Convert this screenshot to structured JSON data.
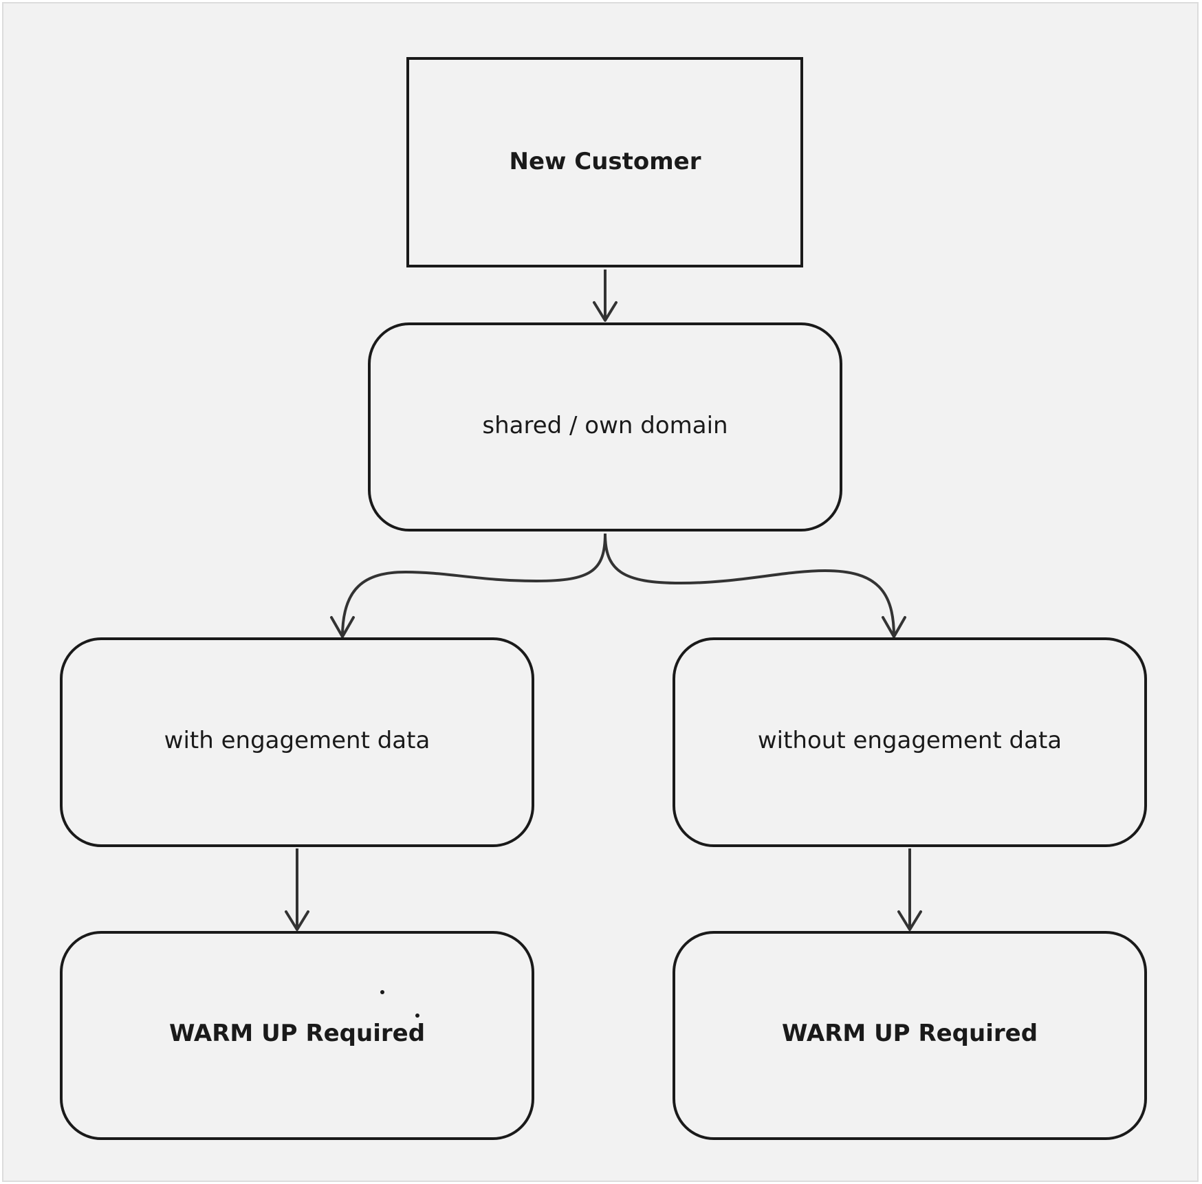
{
  "diagram": {
    "nodes": [
      {
        "id": "new_customer",
        "label": "New Customer",
        "weight": "bold",
        "shape": "rectangle"
      },
      {
        "id": "domain",
        "label": "shared / own domain",
        "weight": "regular",
        "shape": "rounded-rectangle"
      },
      {
        "id": "with_engagement",
        "label": "with engagement data",
        "weight": "regular",
        "shape": "rounded-rectangle"
      },
      {
        "id": "without_engagement",
        "label": "without engagement data",
        "weight": "regular",
        "shape": "rounded-rectangle"
      },
      {
        "id": "warmup_left",
        "label": "WARM UP Required",
        "weight": "bold",
        "shape": "rounded-rectangle"
      },
      {
        "id": "warmup_right",
        "label": "WARM UP Required",
        "weight": "bold",
        "shape": "rounded-rectangle"
      }
    ],
    "edges": [
      {
        "from": "new_customer",
        "to": "domain"
      },
      {
        "from": "domain",
        "to": "with_engagement"
      },
      {
        "from": "domain",
        "to": "without_engagement"
      },
      {
        "from": "with_engagement",
        "to": "warmup_left"
      },
      {
        "from": "without_engagement",
        "to": "warmup_right"
      }
    ],
    "colors": {
      "background": "#f2f2f2",
      "border": "#1a1a1a",
      "edge": "#333333",
      "text": "#1a1a1a"
    }
  }
}
